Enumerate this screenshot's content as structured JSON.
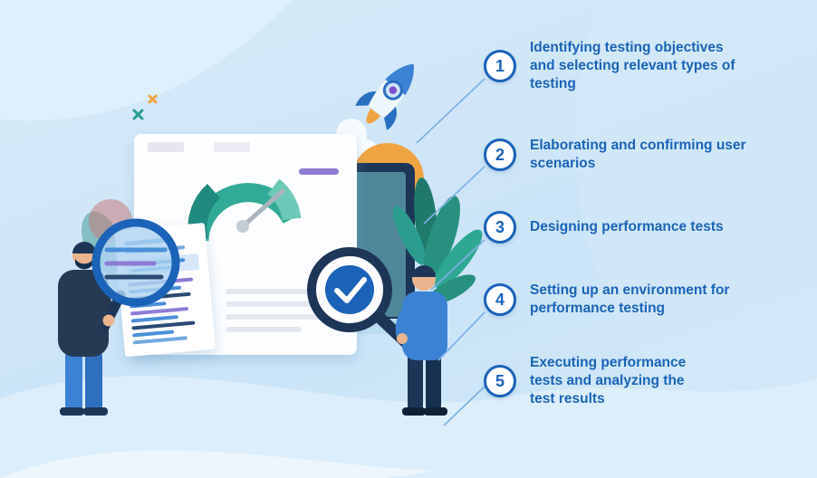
{
  "steps": [
    {
      "number": "1",
      "label": "Identifying testing objectives and selecting relevant types of testing"
    },
    {
      "number": "2",
      "label": "Elaborating and confirming user scenarios"
    },
    {
      "number": "3",
      "label": "Designing performance tests"
    },
    {
      "number": "4",
      "label": "Setting up an environment for performance testing"
    },
    {
      "number": "5",
      "label": "Executing performance tests and analyzing the test results"
    }
  ],
  "colors": {
    "background": "#cde4f7",
    "accent_blue": "#1a63b8",
    "navy": "#1d3557",
    "teal": "#2a9d8f",
    "orange": "#f0a441",
    "purple": "#8d7bd4",
    "connector_line": "#7fb0e0"
  },
  "illustration_icons": [
    "laptop-icon",
    "speedometer-gauge-icon",
    "rocket-icon",
    "cloud-smoke-icon",
    "report-document-icon",
    "magnifier-icon",
    "magnifier-check-icon",
    "check-circle-icon",
    "plant-leaves-icon",
    "analyst-left-figure",
    "analyst-right-figure",
    "sparkle-icon"
  ]
}
